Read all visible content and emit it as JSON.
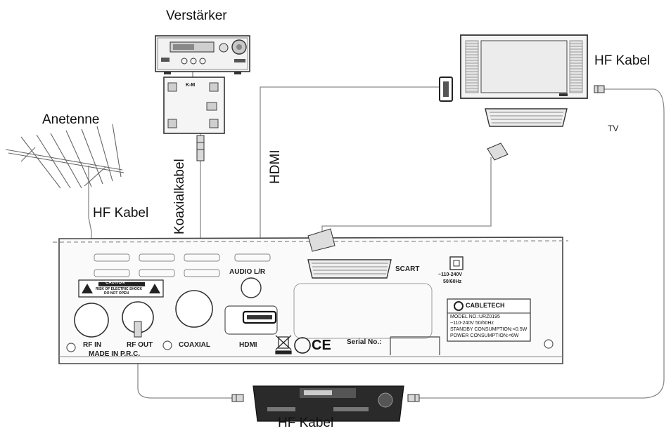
{
  "labels": {
    "amplifier": "Verstärker",
    "antenna": "Anetenne",
    "hf_cable_antenna": "HF Kabel",
    "hf_cable_tv": "HF Kabel",
    "hf_cable_bottom": "HF Kabel",
    "coax_cable": "Koaxialkabel",
    "hdmi_cable": "HDMI",
    "tv": "TV"
  },
  "receiver_panel": {
    "rf_in": "RF IN",
    "rf_out": "RF OUT",
    "coaxial": "COAXIAL",
    "hdmi": "HDMI",
    "audio_lr": "AUDIO L/R",
    "scart": "SCART",
    "made_in": "MADE IN P.R.C.",
    "serial": "Serial No.:",
    "power_line1": "~110-240V",
    "power_line2": "50/60Hz",
    "caution_title": "CAUTION",
    "caution_line1": "RISK OF ELECTRIC SHOCK",
    "caution_line2": "DO NOT OPEN",
    "ce_mark": "CE",
    "brand": "CABLETECH",
    "model": "MODEL NO.:URZ0195",
    "spec_power": "~110-240V  50/60Hz",
    "standby": "STANDBY CONSUMPTION:<0.5W",
    "consumption": "POWER CONSUMPTION:<6W"
  },
  "amp_panel": {
    "ch_label": "K-M"
  }
}
